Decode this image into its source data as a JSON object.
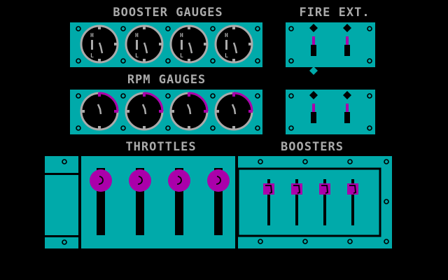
{
  "labels": {
    "booster_gauges": "BOOSTER GAUGES",
    "fire_ext": "FIRE EXT.",
    "rpm_gauges": "RPM GAUGES",
    "throttles": "THROTTLES",
    "boosters": "BOOSTERS"
  },
  "gauge_letters": {
    "high": "H",
    "low": "L"
  },
  "colors": {
    "panel": "#00aaaa",
    "accent": "#aa00aa",
    "gray": "#aaaaaa",
    "black": "#000000"
  },
  "booster_gauges": [
    {
      "id": 1
    },
    {
      "id": 2
    },
    {
      "id": 3
    },
    {
      "id": 4
    }
  ],
  "rpm_gauges": [
    {
      "id": 1
    },
    {
      "id": 2
    },
    {
      "id": 3
    },
    {
      "id": 4
    }
  ],
  "fire_ext_switches": {
    "upper": [
      "engine-1",
      "engine-2"
    ],
    "lower": [
      "engine-3",
      "engine-4"
    ]
  },
  "throttles": [
    {
      "id": 1
    },
    {
      "id": 2
    },
    {
      "id": 3
    },
    {
      "id": 4
    }
  ],
  "boosters": [
    {
      "id": 1
    },
    {
      "id": 2
    },
    {
      "id": 3
    },
    {
      "id": 4
    }
  ]
}
